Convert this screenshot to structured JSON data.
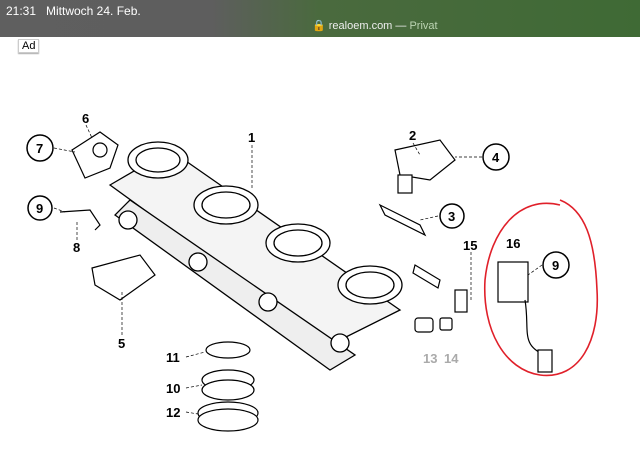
{
  "status_bar": {
    "time": "21:31",
    "date": "Mittwoch 24. Feb."
  },
  "address_bar": {
    "domain": "realoem.com",
    "separator": " — ",
    "mode": "Privat",
    "lock_icon": "lock-icon"
  },
  "ad_badge": "Ad",
  "diagram": {
    "labels": {
      "p1": "1",
      "p2": "2",
      "p3": "3",
      "p4": "4",
      "p5": "5",
      "p6": "6",
      "p7": "7",
      "p8": "8",
      "p9a": "9",
      "p9b": "9",
      "p10": "10",
      "p11": "11",
      "p12": "12",
      "p13": "13",
      "p14": "14",
      "p15": "15",
      "p16": "16"
    },
    "highlight_color": "#e0202a"
  }
}
